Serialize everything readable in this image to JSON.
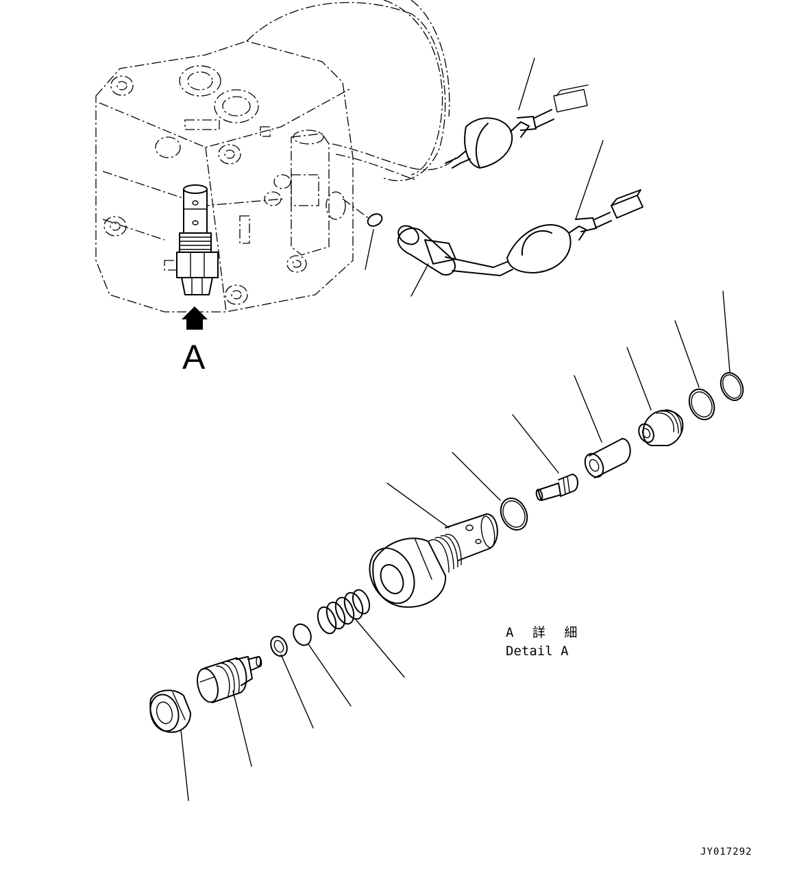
{
  "view_label": "A",
  "detail": {
    "jp": "A 詳 細",
    "en": "Detail A"
  },
  "drawing_id": "JY017292"
}
